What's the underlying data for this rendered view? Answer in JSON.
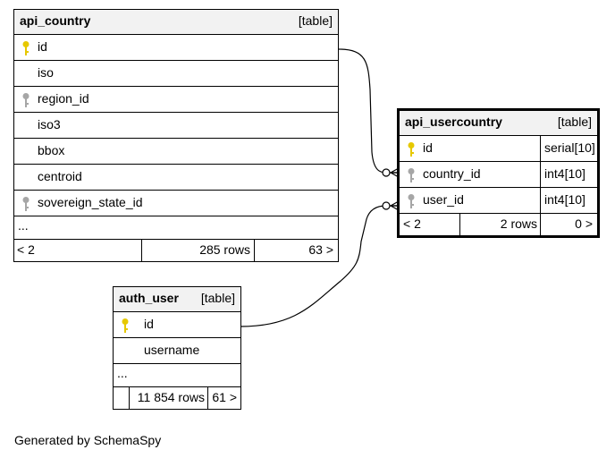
{
  "tables": {
    "api_country": {
      "name": "api_country",
      "kind": "[table]",
      "columns": [
        {
          "name": "id",
          "key": "primary"
        },
        {
          "name": "iso",
          "key": "none"
        },
        {
          "name": "region_id",
          "key": "foreign"
        },
        {
          "name": "iso3",
          "key": "none"
        },
        {
          "name": "bbox",
          "key": "none"
        },
        {
          "name": "centroid",
          "key": "none"
        },
        {
          "name": "sovereign_state_id",
          "key": "foreign"
        }
      ],
      "ellipsis": "...",
      "footer": {
        "parents": "< 2",
        "rows": "285 rows",
        "children": "63 >"
      }
    },
    "api_usercountry": {
      "name": "api_usercountry",
      "kind": "[table]",
      "columns": [
        {
          "name": "id",
          "key": "primary",
          "type": "serial[10]"
        },
        {
          "name": "country_id",
          "key": "foreign",
          "type": "int4[10]"
        },
        {
          "name": "user_id",
          "key": "foreign",
          "type": "int4[10]"
        }
      ],
      "footer": {
        "parents": "< 2",
        "rows": "2 rows",
        "children": "0 >"
      }
    },
    "auth_user": {
      "name": "auth_user",
      "kind": "[table]",
      "columns": [
        {
          "name": "id",
          "key": "primary"
        },
        {
          "name": "username",
          "key": "none"
        }
      ],
      "ellipsis": "...",
      "footer": {
        "parents": "",
        "rows": "11 854 rows",
        "children": "61 >"
      }
    }
  },
  "relationships": [
    {
      "from": "api_country.id",
      "to": "api_usercountry.country_id"
    },
    {
      "from": "auth_user.id",
      "to": "api_usercountry.user_id"
    }
  ],
  "colors": {
    "primary_key": "#e6c800",
    "foreign_key": "#a6a6a6",
    "header": "#f2f2f2"
  },
  "caption": "Generated by SchemaSpy"
}
